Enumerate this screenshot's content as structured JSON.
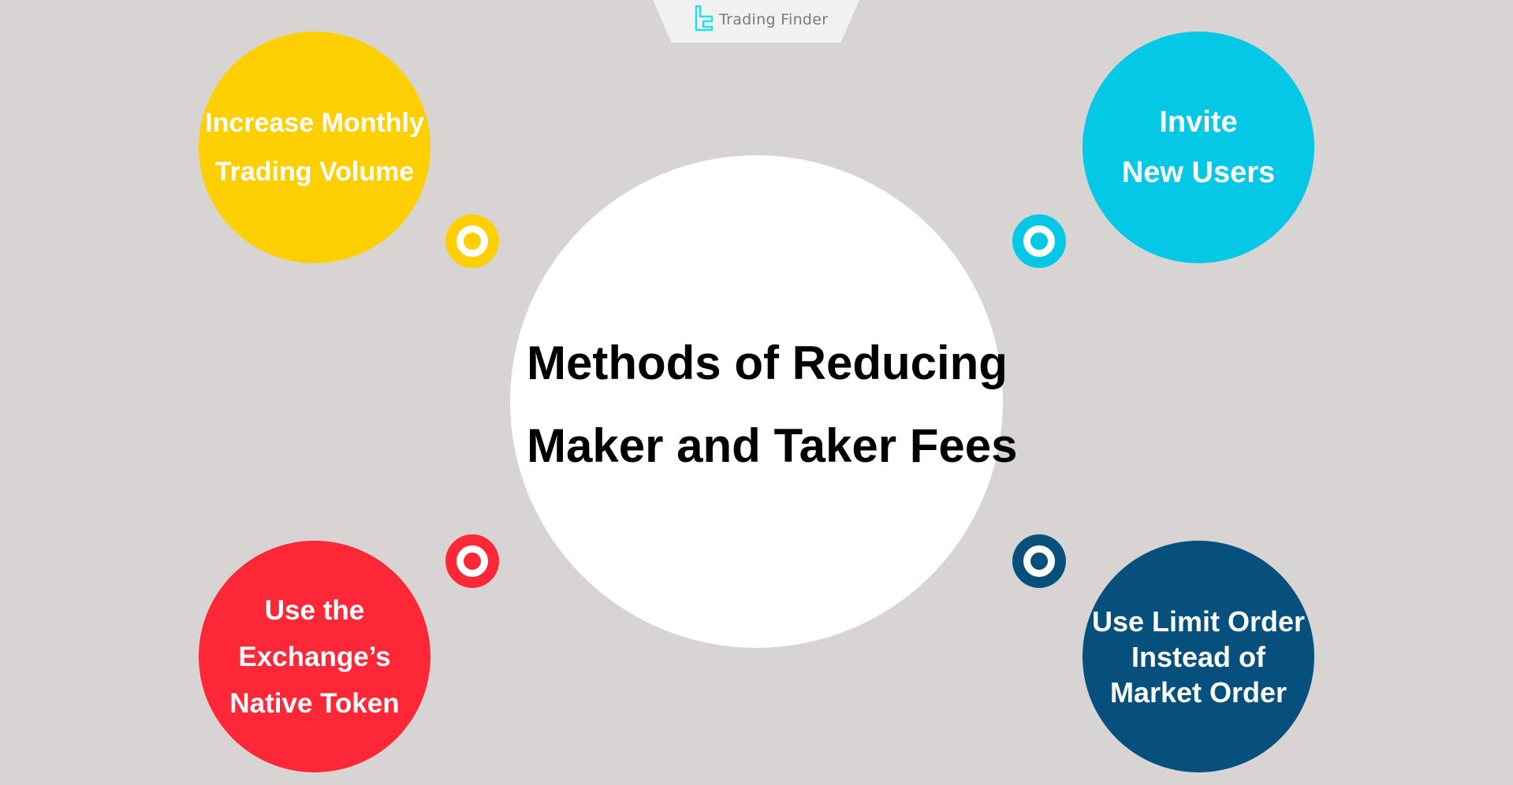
{
  "brand": {
    "name": "Trading Finder",
    "icon": "trading-finder-logo-icon",
    "accent": "#22e0f0"
  },
  "center": {
    "title": "Methods of Reducing\nMaker and Taker Fees",
    "color": "#ffffff"
  },
  "methods": [
    {
      "id": "volume",
      "label": "Increase Monthly\nTrading Volume",
      "color": "#fecf02"
    },
    {
      "id": "invite",
      "label": "Invite\nNew Users",
      "color": "#04c8e6"
    },
    {
      "id": "token",
      "label": "Use the\nExchange’s\nNative Token",
      "color": "#fe2737"
    },
    {
      "id": "limit",
      "label": "Use Limit Order\nInstead of\nMarket Order",
      "color": "#07507e"
    }
  ],
  "background": "#d8d4d3"
}
